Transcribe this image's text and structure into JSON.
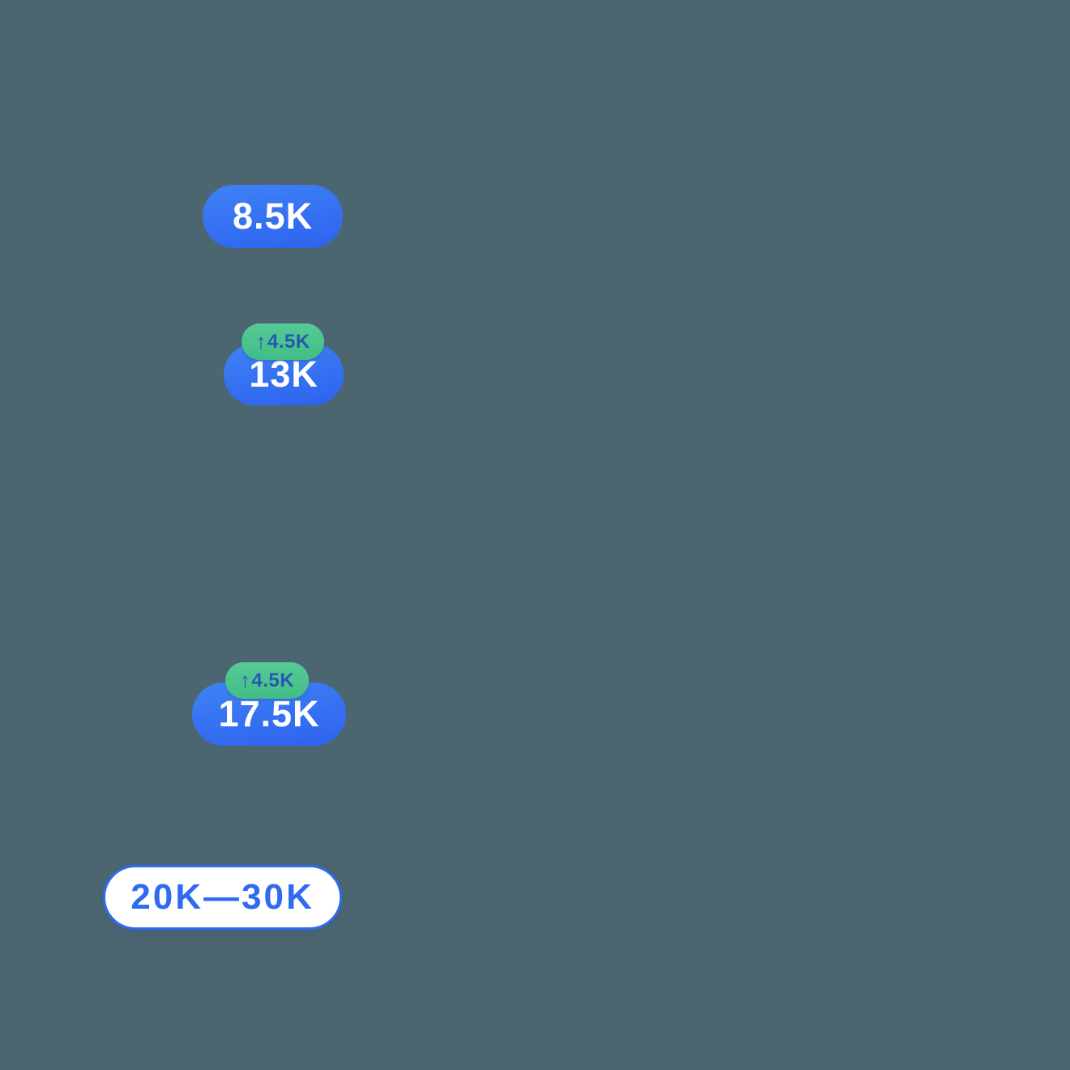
{
  "background_color": "#4c6671",
  "colors": {
    "pill_blue_gradient_start": "#3f82f5",
    "pill_blue_gradient_end": "#2d62ee",
    "badge_green_gradient_start": "#55ca98",
    "badge_green_gradient_end": "#42bd85",
    "badge_text_blue": "#2857b0",
    "range_pill_text": "#2f6bf0",
    "range_pill_border": "#2f6bf0",
    "range_pill_background": "#ffffff",
    "pill_text_white": "#ffffff"
  },
  "chips": {
    "chip_8_5k": {
      "value": "8.5K"
    },
    "chip_13k": {
      "value": "13K",
      "delta_arrow": "↑",
      "delta_value": "4.5K"
    },
    "chip_17_5k": {
      "value": "17.5K",
      "delta_arrow": "↑",
      "delta_value": "4.5K"
    },
    "chip_range": {
      "value": "20K—30K"
    }
  }
}
